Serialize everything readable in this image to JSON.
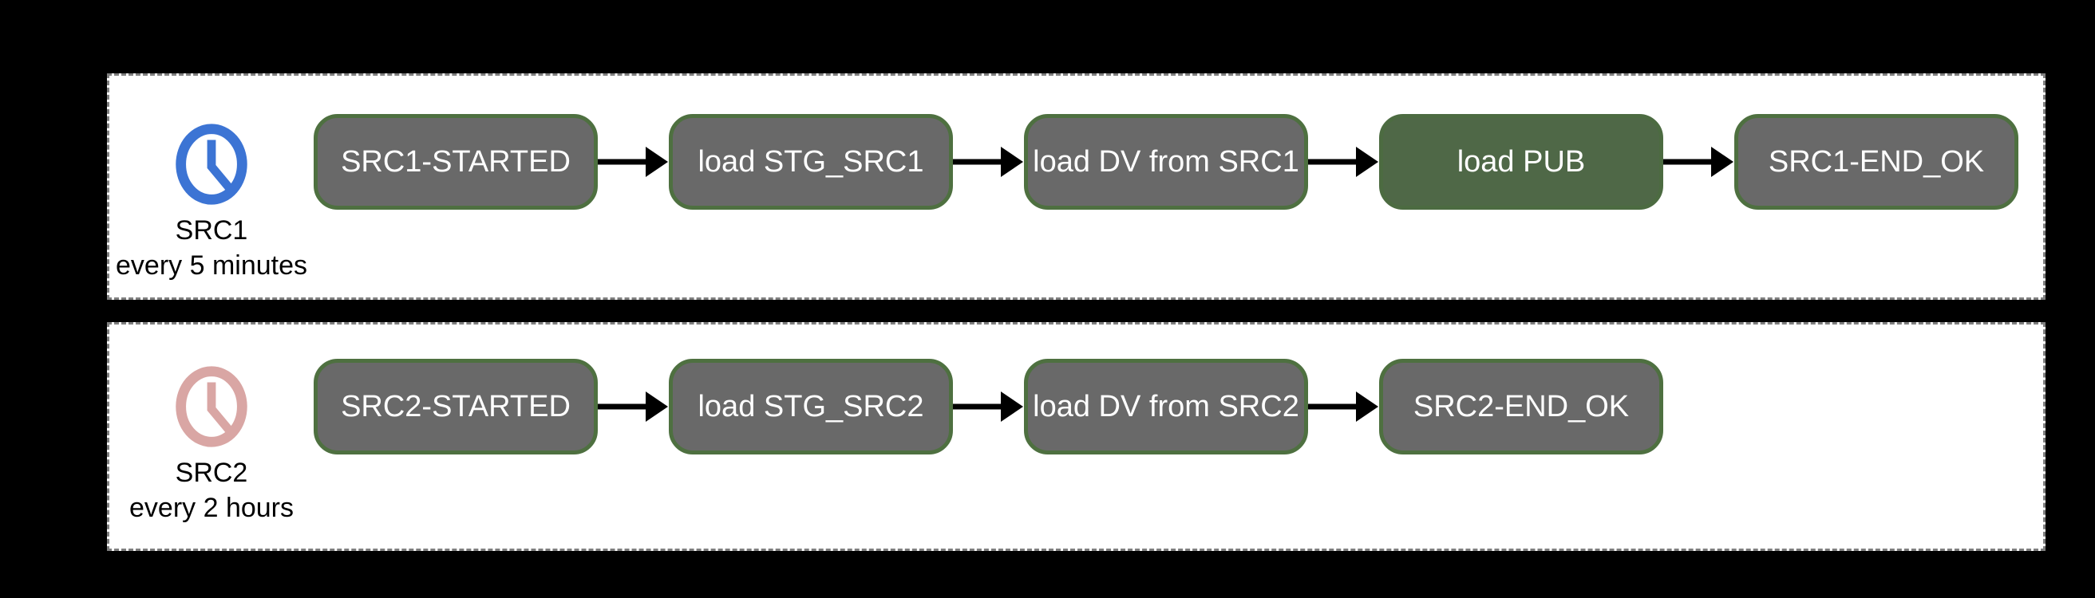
{
  "colors": {
    "background": "#000000",
    "panel_bg": "#ffffff",
    "panel_border": "#7f7f7f",
    "step_fill": "#696969",
    "step_border": "#4e7040",
    "step_text": "#ffffff",
    "highlight_fill": "#4f6847",
    "highlight_border": "#4c6b41",
    "arrow": "#000000",
    "label_text": "#000000",
    "clock_src1": "#3c74d4",
    "clock_src2": "#d9a6a4"
  },
  "pipelines": [
    {
      "name": "SRC1",
      "schedule": "every 5 minutes",
      "icon": "clock-icon",
      "steps": [
        {
          "label": "SRC1-STARTED",
          "highlighted": false
        },
        {
          "label": "load STG_SRC1",
          "highlighted": false
        },
        {
          "label": "load DV from SRC1",
          "highlighted": false
        },
        {
          "label": "load PUB",
          "highlighted": true
        },
        {
          "label": "SRC1-END_OK",
          "highlighted": false
        }
      ]
    },
    {
      "name": "SRC2",
      "schedule": "every 2 hours",
      "icon": "clock-icon",
      "steps": [
        {
          "label": "SRC2-STARTED",
          "highlighted": false
        },
        {
          "label": "load STG_SRC2",
          "highlighted": false
        },
        {
          "label": "load DV from SRC2",
          "highlighted": false
        },
        {
          "label": "SRC2-END_OK",
          "highlighted": false
        }
      ]
    }
  ]
}
